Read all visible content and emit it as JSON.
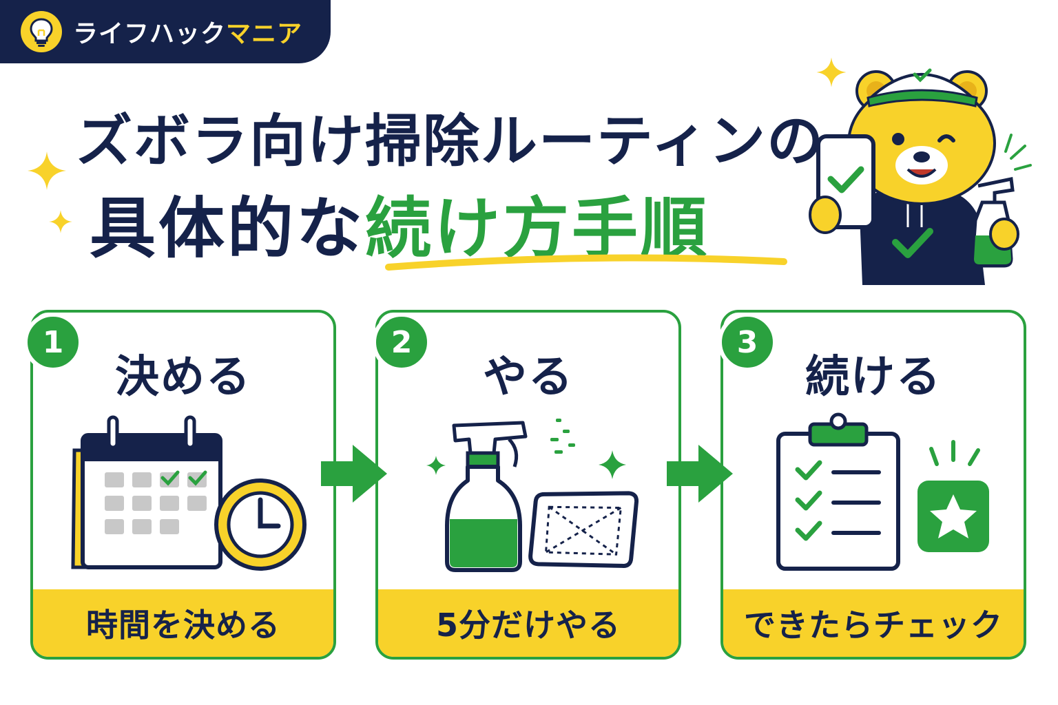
{
  "brand": {
    "name_part1": "ライフハック",
    "name_part2": "マニア",
    "icon": "lightbulb-icon"
  },
  "title": {
    "line1": "ズボラ向け掃除ルーティンの",
    "line2_plain": "具体的な",
    "line2_accent": "続け方手順"
  },
  "steps": [
    {
      "number": "1",
      "title": "決める",
      "caption": "時間を決める",
      "icon": "calendar-clock-icon"
    },
    {
      "number": "2",
      "title": "やる",
      "caption": "5分だけやる",
      "icon": "spray-bottle-cloth-icon"
    },
    {
      "number": "3",
      "title": "続ける",
      "caption": "できたらチェック",
      "icon": "checklist-star-icon"
    }
  ],
  "colors": {
    "navy": "#15224a",
    "green": "#2aa13f",
    "yellow": "#f8d22a"
  }
}
